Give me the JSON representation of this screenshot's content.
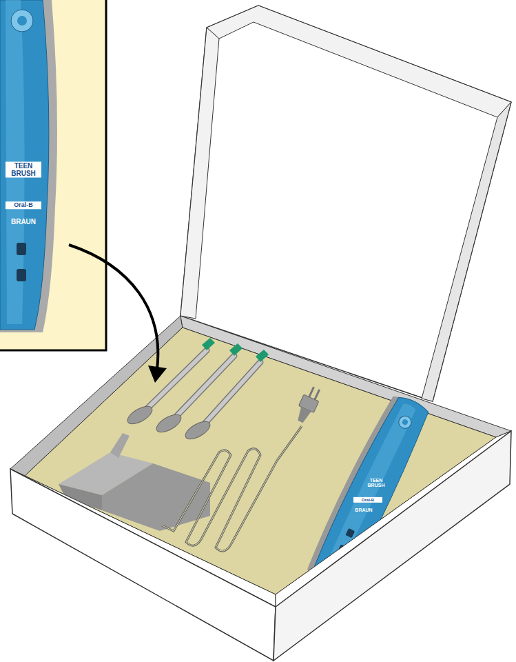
{
  "diagram": {
    "labels": [
      "TEEN BRUSH",
      "Oral-B",
      "BRAUN",
      "TEEN BRUSH",
      "Oral-B",
      "BRAUN"
    ]
  }
}
